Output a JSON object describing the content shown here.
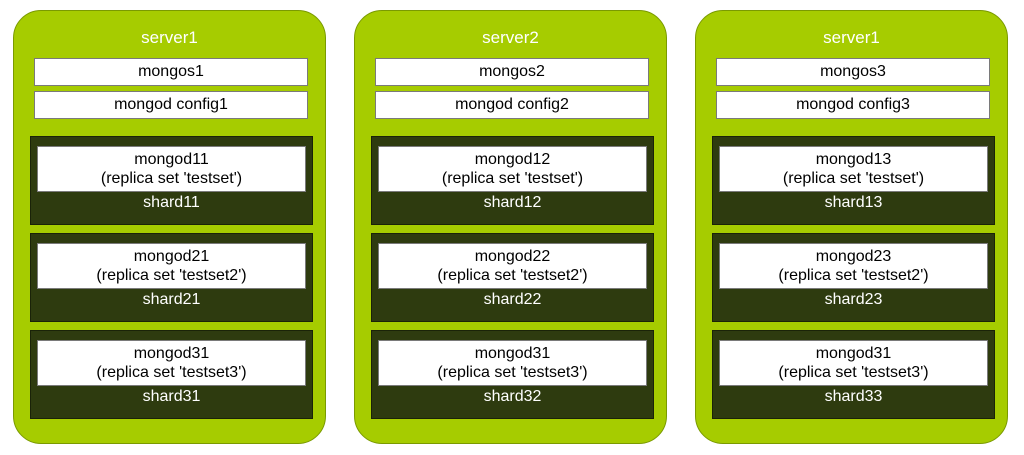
{
  "servers": [
    {
      "title": "server1",
      "mongos": "mongos1",
      "config": "mongod config1",
      "shards": [
        {
          "mongod": "mongod11",
          "replica": "(replica set 'testset')",
          "label": "shard11"
        },
        {
          "mongod": "mongod21",
          "replica": "(replica set 'testset2')",
          "label": "shard21"
        },
        {
          "mongod": "mongod31",
          "replica": "(replica set 'testset3')",
          "label": "shard31"
        }
      ]
    },
    {
      "title": "server2",
      "mongos": "mongos2",
      "config": "mongod config2",
      "shards": [
        {
          "mongod": "mongod12",
          "replica": "(replica set 'testset')",
          "label": "shard12"
        },
        {
          "mongod": "mongod22",
          "replica": "(replica set 'testset2')",
          "label": "shard22"
        },
        {
          "mongod": "mongod31",
          "replica": "(replica set 'testset3')",
          "label": "shard32"
        }
      ]
    },
    {
      "title": "server1",
      "mongos": "mongos3",
      "config": "mongod config3",
      "shards": [
        {
          "mongod": "mongod13",
          "replica": "(replica set 'testset')",
          "label": "shard13"
        },
        {
          "mongod": "mongod23",
          "replica": "(replica set 'testset2')",
          "label": "shard23"
        },
        {
          "mongod": "mongod31",
          "replica": "(replica set 'testset3')",
          "label": "shard33"
        }
      ]
    }
  ],
  "colors": {
    "server_fill": "#a6cc00",
    "shard_fill": "#2e3b0f",
    "box_fill": "#ffffff"
  }
}
